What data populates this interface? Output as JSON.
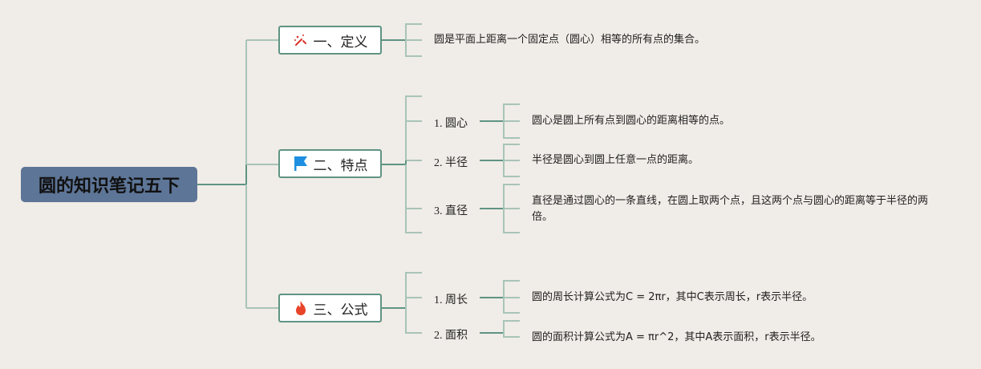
{
  "root": {
    "title": "圆的知识笔记五下"
  },
  "branches": [
    {
      "label": "一、定义",
      "icon": "magic-wand-icon",
      "icon_color": "#d9342b",
      "leaf": "圆是平面上距离一个固定点（圆心）相等的所有点的集合。"
    },
    {
      "label": "二、特点",
      "icon": "flag-icon",
      "icon_color": "#1e8fe0",
      "children": [
        {
          "label": "1. 圆心",
          "leaf": "圆心是圆上所有点到圆心的距离相等的点。"
        },
        {
          "label": "2. 半径",
          "leaf": "半径是圆心到圆上任意一点的距离。"
        },
        {
          "label": "3. 直径",
          "leaf": "直径是通过圆心的一条直线，在圆上取两个点，且这两个点与圆心的距离等于半径的两倍。"
        }
      ]
    },
    {
      "label": "三、公式",
      "icon": "fire-icon",
      "icon_color": "#e8442a",
      "children": [
        {
          "label": "1. 周长",
          "leaf": "圆的周长计算公式为C = 2πr，其中C表示周长，r表示半径。"
        },
        {
          "label": "2. 面积",
          "leaf": "圆的面积计算公式为A = πr^2，其中A表示面积，r表示半径。"
        }
      ]
    }
  ],
  "colors": {
    "line_dark": "#5f9484",
    "line_light": "#a8c4b8",
    "root_bg": "#5d7597",
    "background": "#f0ece7"
  }
}
